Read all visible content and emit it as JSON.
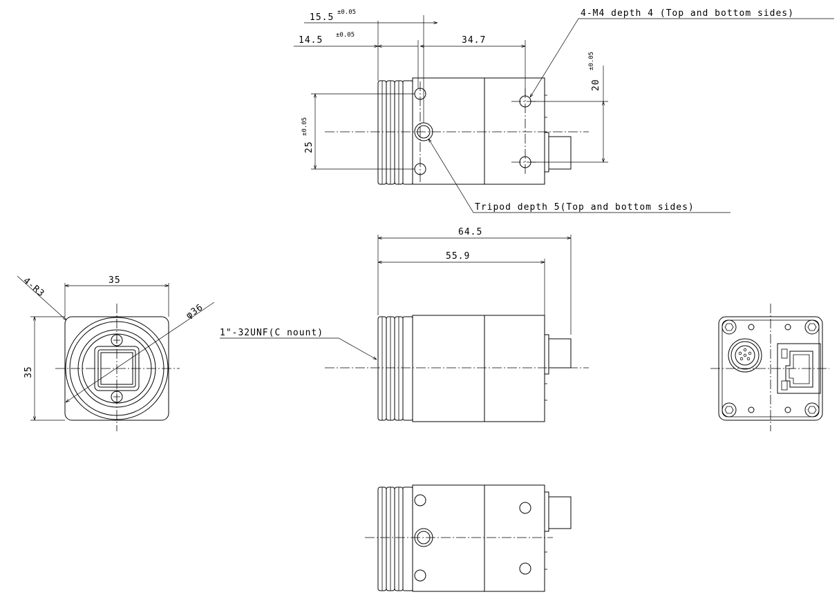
{
  "dimensions": {
    "d_15_5": "15.5",
    "d_15_5_tol": "±0.05",
    "d_14_5": "14.5",
    "d_14_5_tol": "±0.05",
    "d_34_7": "34.7",
    "d_20": "20",
    "d_20_tol": "±0.05",
    "d_25": "25",
    "d_25_tol": "±0.05",
    "d_64_5": "64.5",
    "d_55_9": "55.9",
    "d_35_w": "35",
    "d_35_h": "35",
    "d_phi36": "φ36",
    "d_radius": "4-R3"
  },
  "notes": {
    "m4_holes": "4-M4 depth 4 (Top and bottom sides)",
    "tripod": "Tripod depth 5(Top and bottom sides)",
    "mount": "1\"-32UNF(C nount)"
  }
}
